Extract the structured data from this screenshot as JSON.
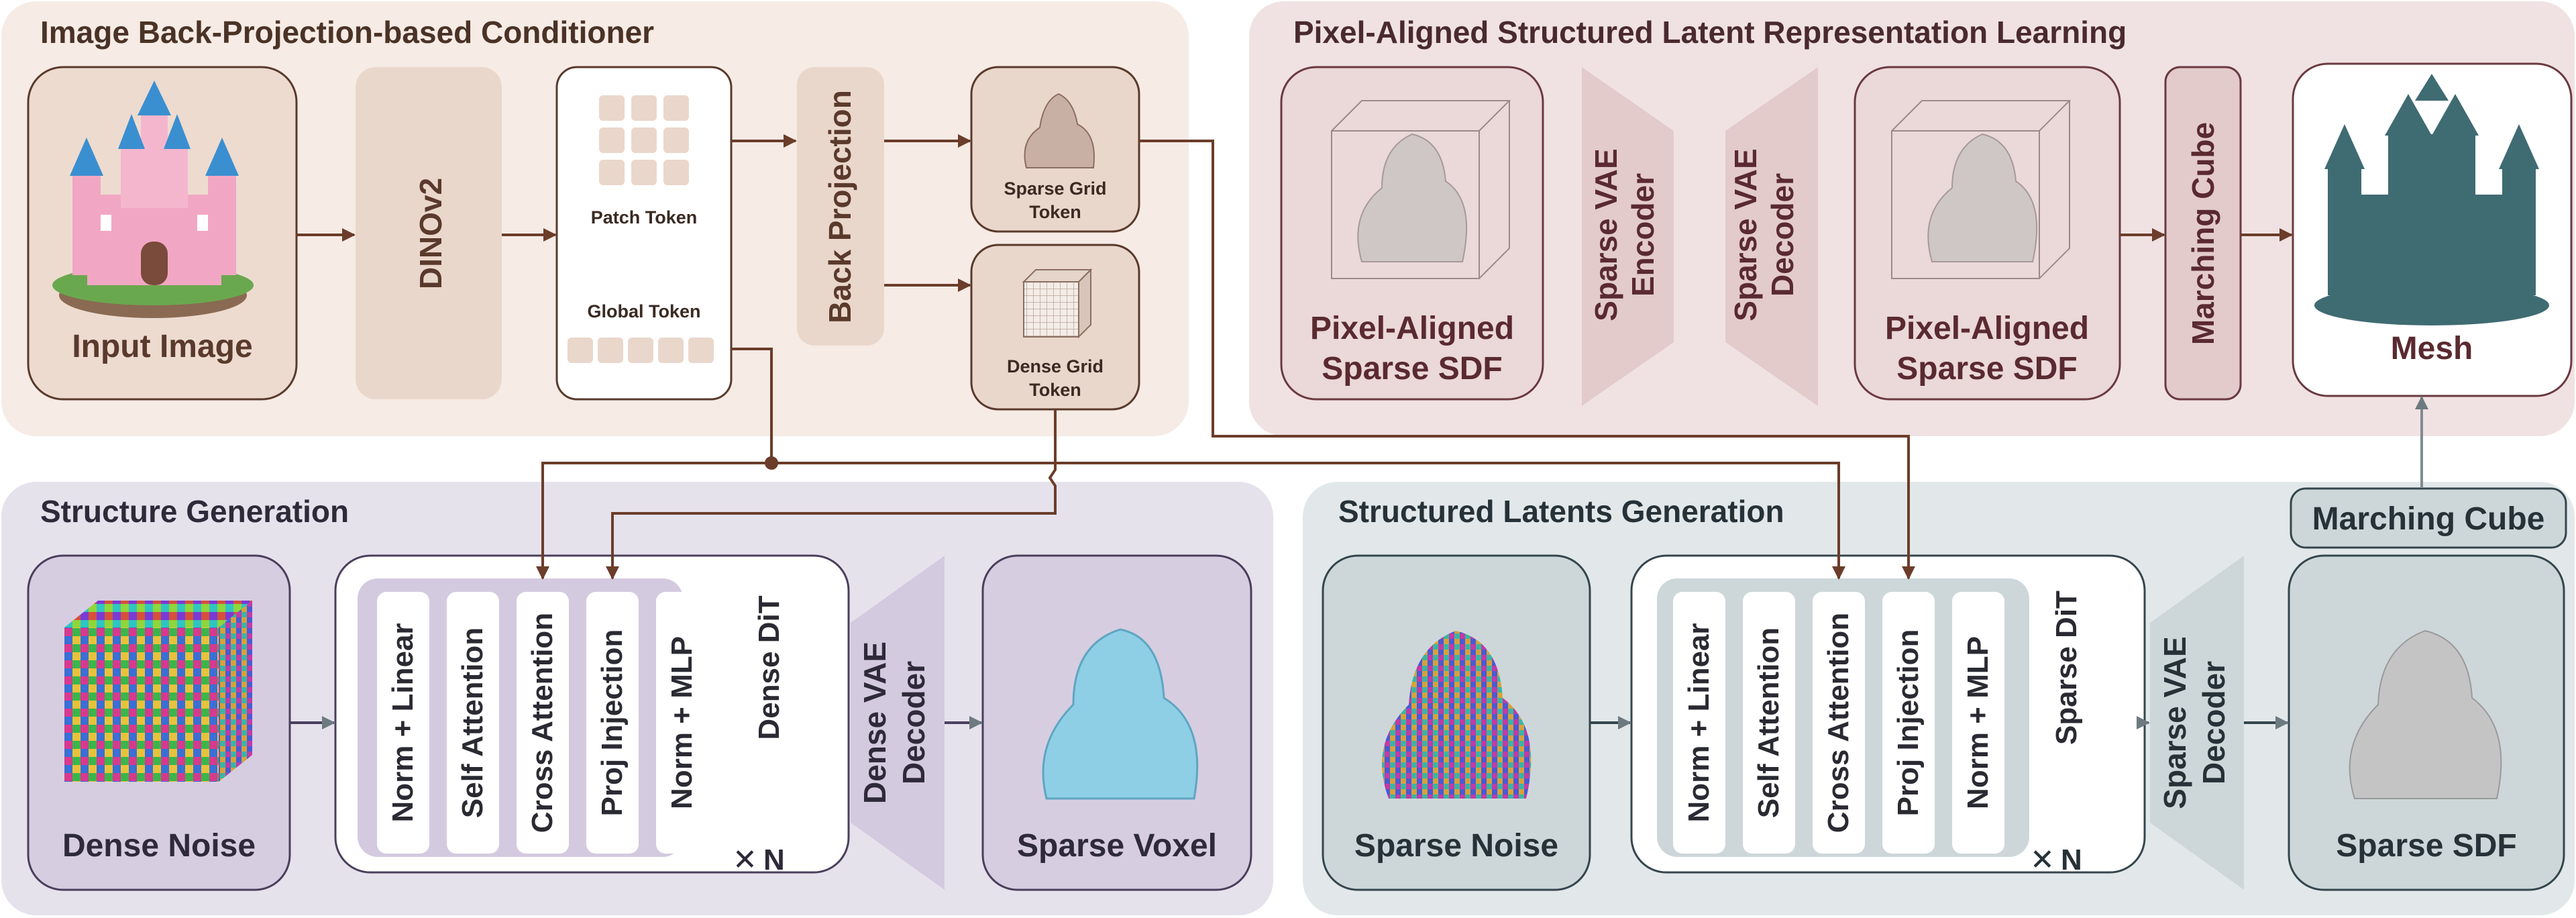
{
  "sections": {
    "conditioner": {
      "title": "Image Back-Projection-based Conditioner",
      "input_image": "Input Image",
      "encoder": "DINOv2",
      "patch_token": "Patch Token",
      "global_token": "Global Token",
      "back_projection": "Back Projection",
      "sparse_grid_token_1": "Sparse Grid",
      "sparse_grid_token_2": "Token",
      "dense_grid_token_1": "Dense Grid",
      "dense_grid_token_2": "Token"
    },
    "latent_learning": {
      "title": "Pixel-Aligned Structured Latent Representation Learning",
      "sdf_in_1": "Pixel-Aligned",
      "sdf_in_2": "Sparse SDF",
      "encoder_1": "Sparse VAE",
      "encoder_2": "Encoder",
      "decoder_1": "Sparse VAE",
      "decoder_2": "Decoder",
      "sdf_out_1": "Pixel-Aligned",
      "sdf_out_2": "Sparse SDF",
      "marching_cube": "Marching Cube",
      "mesh": "Mesh"
    },
    "structure": {
      "title": "Structure Generation",
      "dense_noise": "Dense Noise",
      "layers": [
        "Norm + Linear",
        "Self Attention",
        "Cross Attention",
        "Proj Injection",
        "Norm + MLP"
      ],
      "dit": "Dense DiT",
      "repeat": "N",
      "decoder_1": "Dense VAE",
      "decoder_2": "Decoder",
      "sparse_voxel": "Sparse Voxel"
    },
    "latents": {
      "title": "Structured Latents Generation",
      "sparse_noise": "Sparse Noise",
      "layers": [
        "Norm + Linear",
        "Self Attention",
        "Cross Attention",
        "Proj Injection",
        "Norm + MLP"
      ],
      "dit": "Sparse DiT",
      "repeat": "N",
      "decoder_1": "Sparse VAE",
      "decoder_2": "Decoder",
      "sparse_sdf": "Sparse SDF",
      "marching_cube": "Marching Cube"
    }
  },
  "colors": {
    "conditioner_panel": "#f6ebe5",
    "latent_panel": "#f0e2e2",
    "structure_panel": "#e6e2ec",
    "latents_panel": "#e2e8ea",
    "brown_arrow": "#6b3d2a",
    "gray_arrow": "#7f8b90"
  }
}
